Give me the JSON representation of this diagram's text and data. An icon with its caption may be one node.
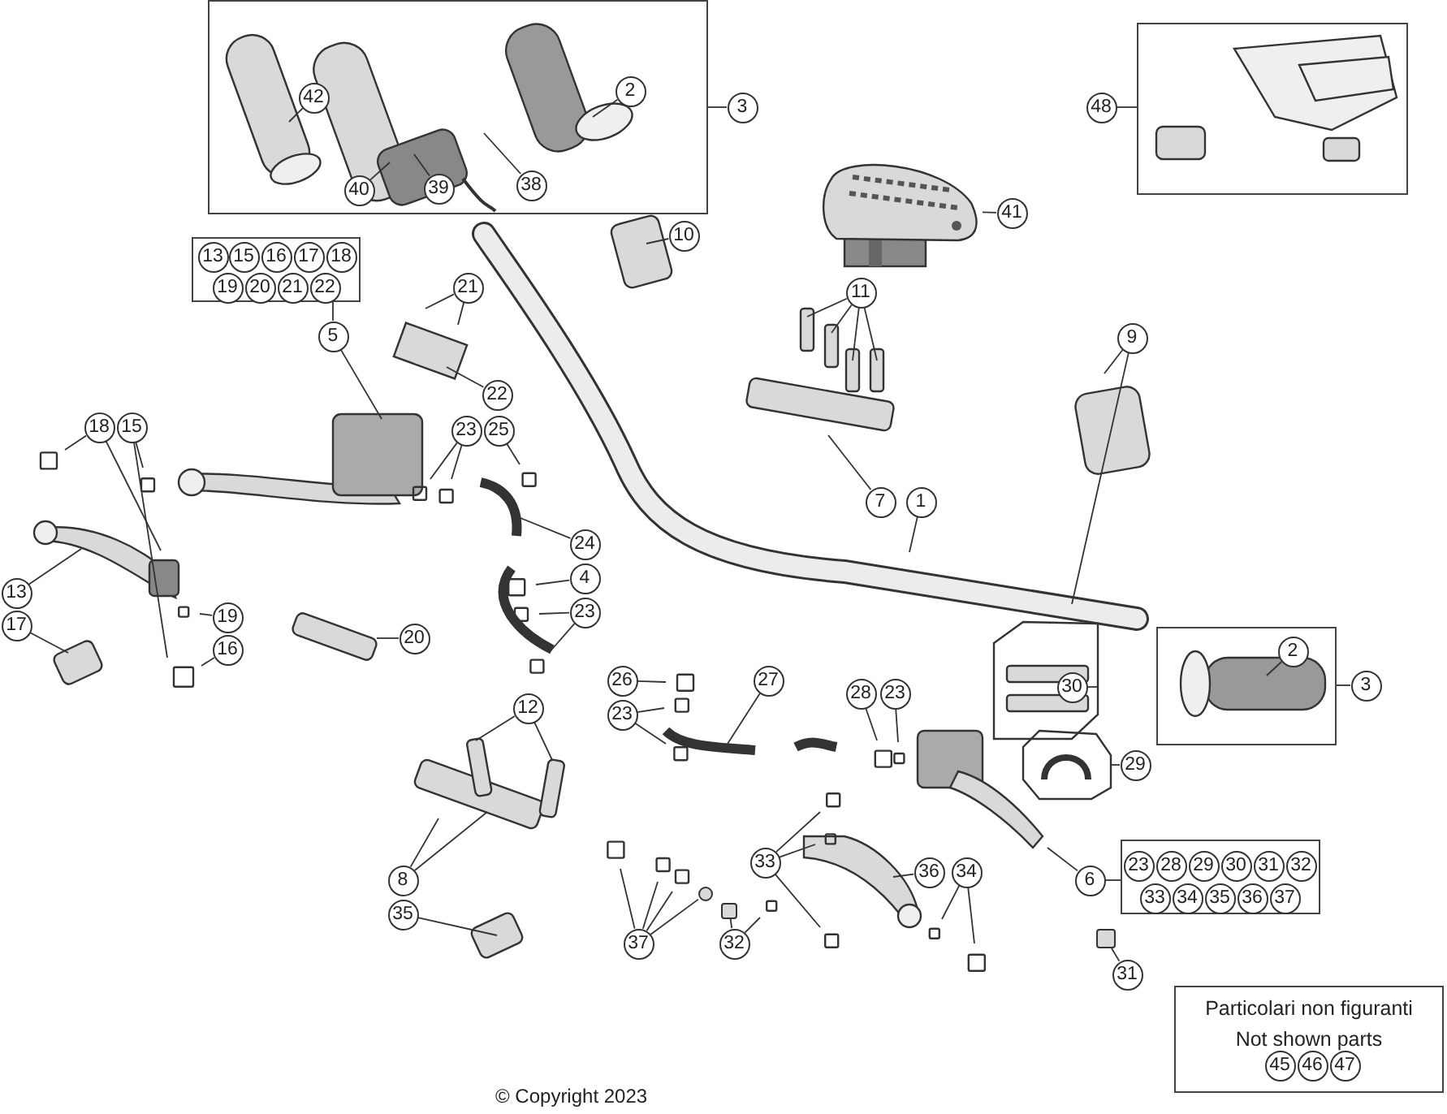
{
  "diagram": {
    "nodes": [
      {
        "text": [],
        "shape": "box"
      },
      {
        "text": [
          "42"
        ],
        "in": 0
      },
      {
        "text": [
          "39"
        ],
        "in": 0
      },
      {
        "text": [
          "38"
        ],
        "in": 0
      },
      {
        "text": [
          "40"
        ],
        "in": 0
      },
      {
        "text": [
          "2"
        ],
        "in": 0
      },
      {
        "text": [
          "3"
        ]
      },
      {
        "text": [],
        "shape": "box"
      },
      {
        "text": [
          "48"
        ]
      },
      {
        "text": [
          "41"
        ]
      },
      {
        "text": [
          "10"
        ]
      },
      {
        "text": [],
        "shape": "box"
      },
      {
        "text": [
          "13"
        ],
        "in": 11
      },
      {
        "text": [
          "15"
        ],
        "in": 11
      },
      {
        "text": [
          "16"
        ],
        "in": 11
      },
      {
        "text": [
          "17"
        ],
        "in": 11
      },
      {
        "text": [
          "18"
        ],
        "in": 11
      },
      {
        "text": [
          "19"
        ],
        "in": 11
      },
      {
        "text": [
          "20"
        ],
        "in": 11
      },
      {
        "text": [
          "21"
        ],
        "in": 11
      },
      {
        "text": [
          "22"
        ],
        "in": 11
      },
      {
        "text": [
          "5"
        ]
      },
      {
        "text": [
          "21"
        ]
      },
      {
        "text": [
          "11"
        ]
      },
      {
        "text": [
          "9"
        ]
      },
      {
        "text": [
          "22"
        ]
      },
      {
        "text": [
          "18"
        ]
      },
      {
        "text": [
          "15"
        ]
      },
      {
        "text": [
          "23"
        ]
      },
      {
        "text": [
          "25"
        ]
      },
      {
        "text": [
          "7"
        ]
      },
      {
        "text": [
          "1"
        ]
      },
      {
        "text": [
          "24"
        ]
      },
      {
        "text": [
          "13"
        ]
      },
      {
        "text": [
          "4"
        ]
      },
      {
        "text": [
          "23"
        ]
      },
      {
        "text": [
          "17"
        ]
      },
      {
        "text": [
          "19"
        ]
      },
      {
        "text": [
          "16"
        ]
      },
      {
        "text": [
          "20"
        ]
      },
      {
        "text": [
          "2"
        ],
        "in": 41
      },
      {
        "text": [],
        "shape": "box"
      },
      {
        "text": [
          "3"
        ]
      },
      {
        "text": [
          "30"
        ]
      },
      {
        "text": [
          "26"
        ]
      },
      {
        "text": [
          "23"
        ]
      },
      {
        "text": [
          "27"
        ]
      },
      {
        "text": [
          "12"
        ]
      },
      {
        "text": [
          "28"
        ]
      },
      {
        "text": [
          "23"
        ]
      },
      {
        "text": [
          "29"
        ]
      },
      {
        "text": [
          "8"
        ]
      },
      {
        "text": [
          "33"
        ]
      },
      {
        "text": [
          "36"
        ]
      },
      {
        "text": [
          "34"
        ]
      },
      {
        "text": [
          "6"
        ]
      },
      {
        "text": [],
        "shape": "box"
      },
      {
        "text": [
          "23"
        ],
        "in": 56
      },
      {
        "text": [
          "28"
        ],
        "in": 56
      },
      {
        "text": [
          "29"
        ],
        "in": 56
      },
      {
        "text": [
          "30"
        ],
        "in": 56
      },
      {
        "text": [
          "31"
        ],
        "in": 56
      },
      {
        "text": [
          "32"
        ],
        "in": 56
      },
      {
        "text": [
          "33"
        ],
        "in": 56
      },
      {
        "text": [
          "34"
        ],
        "in": 56
      },
      {
        "text": [
          "35"
        ],
        "in": 56
      },
      {
        "text": [
          "36"
        ],
        "in": 56
      },
      {
        "text": [
          "37"
        ],
        "in": 56
      },
      {
        "text": [
          "37"
        ]
      },
      {
        "text": [
          "32"
        ]
      },
      {
        "text": [
          "35"
        ]
      },
      {
        "text": [
          "31"
        ]
      },
      {
        "text": [
          "Particolari non figuranti",
          "Not shown parts"
        ]
      },
      {
        "text": [
          "45"
        ],
        "in": 72
      },
      {
        "text": [
          "46"
        ],
        "in": 72
      },
      {
        "text": [
          "47"
        ],
        "in": 72
      },
      {
        "text": [],
        "shape": "picture"
      },
      {
        "text": [],
        "shape": "circle"
      },
      {
        "text": [],
        "shape": "box"
      },
      {
        "text": [],
        "shape": "box"
      }
    ],
    "edges": [
      {
        "from": 1,
        "to": null,
        "arrow": "none"
      },
      {
        "from": 2,
        "to": null,
        "arrow": "none"
      },
      {
        "from": 3,
        "to": null,
        "arrow": "none"
      },
      {
        "from": 4,
        "to": null,
        "arrow": "none"
      },
      {
        "from": 5,
        "to": null,
        "arrow": "none"
      },
      {
        "from": 0,
        "to": 6,
        "arrow": "none"
      },
      {
        "from": 7,
        "to": 8,
        "arrow": "none"
      },
      {
        "from": 9,
        "to": 76,
        "arrow": "none"
      },
      {
        "from": 10,
        "to": null,
        "arrow": "none"
      },
      {
        "from": 23,
        "to": null,
        "arrow": "none"
      },
      {
        "from": 23,
        "to": null,
        "arrow": "none"
      },
      {
        "from": 23,
        "to": null,
        "arrow": "none"
      },
      {
        "from": 23,
        "to": null,
        "arrow": "none"
      },
      {
        "from": 24,
        "to": null,
        "arrow": "none"
      },
      {
        "from": 24,
        "to": null,
        "arrow": "none"
      },
      {
        "from": 11,
        "to": 21,
        "arrow": "none"
      },
      {
        "from": 21,
        "to": null,
        "arrow": "none"
      },
      {
        "from": 22,
        "to": null,
        "arrow": "none"
      },
      {
        "from": 22,
        "to": null,
        "arrow": "none"
      },
      {
        "from": 25,
        "to": null,
        "arrow": "none"
      },
      {
        "from": 26,
        "to": null,
        "arrow": "none"
      },
      {
        "from": 26,
        "to": null,
        "arrow": "none"
      },
      {
        "from": 27,
        "to": null,
        "arrow": "none"
      },
      {
        "from": 27,
        "to": null,
        "arrow": "none"
      },
      {
        "from": 28,
        "to": null,
        "arrow": "none"
      },
      {
        "from": 28,
        "to": null,
        "arrow": "none"
      },
      {
        "from": 29,
        "to": null,
        "arrow": "none"
      },
      {
        "from": 30,
        "to": null,
        "arrow": "none"
      },
      {
        "from": 31,
        "to": null,
        "arrow": "none"
      },
      {
        "from": 32,
        "to": null,
        "arrow": "none"
      },
      {
        "from": 33,
        "to": null,
        "arrow": "none"
      },
      {
        "from": 34,
        "to": null,
        "arrow": "none"
      },
      {
        "from": 35,
        "to": null,
        "arrow": "none"
      },
      {
        "from": 35,
        "to": null,
        "arrow": "none"
      },
      {
        "from": 36,
        "to": null,
        "arrow": "none"
      },
      {
        "from": 37,
        "to": null,
        "arrow": "none"
      },
      {
        "from": 38,
        "to": null,
        "arrow": "none"
      },
      {
        "from": 39,
        "to": null,
        "arrow": "none"
      },
      {
        "from": 40,
        "to": null,
        "arrow": "none"
      },
      {
        "from": 41,
        "to": 42,
        "arrow": "none"
      },
      {
        "from": 43,
        "to": null,
        "arrow": "none"
      },
      {
        "from": 44,
        "to": null,
        "arrow": "none"
      },
      {
        "from": 45,
        "to": null,
        "arrow": "none"
      },
      {
        "from": 45,
        "to": null,
        "arrow": "none"
      },
      {
        "from": 46,
        "to": null,
        "arrow": "none"
      },
      {
        "from": 47,
        "to": null,
        "arrow": "none"
      },
      {
        "from": 47,
        "to": null,
        "arrow": "none"
      },
      {
        "from": 48,
        "to": null,
        "arrow": "none"
      },
      {
        "from": 49,
        "to": null,
        "arrow": "none"
      },
      {
        "from": 50,
        "to": null,
        "arrow": "none"
      },
      {
        "from": 51,
        "to": null,
        "arrow": "none"
      },
      {
        "from": 51,
        "to": null,
        "arrow": "none"
      },
      {
        "from": 52,
        "to": null,
        "arrow": "none"
      },
      {
        "from": 52,
        "to": null,
        "arrow": "none"
      },
      {
        "from": 52,
        "to": null,
        "arrow": "none"
      },
      {
        "from": 53,
        "to": null,
        "arrow": "none"
      },
      {
        "from": 54,
        "to": null,
        "arrow": "none"
      },
      {
        "from": 54,
        "to": null,
        "arrow": "none"
      },
      {
        "from": 55,
        "to": null,
        "arrow": "none"
      },
      {
        "from": 55,
        "to": 56,
        "arrow": "none"
      },
      {
        "from": 68,
        "to": null,
        "arrow": "none"
      },
      {
        "from": 68,
        "to": null,
        "arrow": "none"
      },
      {
        "from": 68,
        "to": null,
        "arrow": "none"
      },
      {
        "from": 68,
        "to": 77,
        "arrow": "none"
      },
      {
        "from": 69,
        "to": 78,
        "arrow": "none"
      },
      {
        "from": 69,
        "to": null,
        "arrow": "none"
      },
      {
        "from": 70,
        "to": null,
        "arrow": "none"
      },
      {
        "from": 71,
        "to": 79,
        "arrow": "none"
      }
    ],
    "labels": [
      "© Copyright 2023"
    ]
  }
}
